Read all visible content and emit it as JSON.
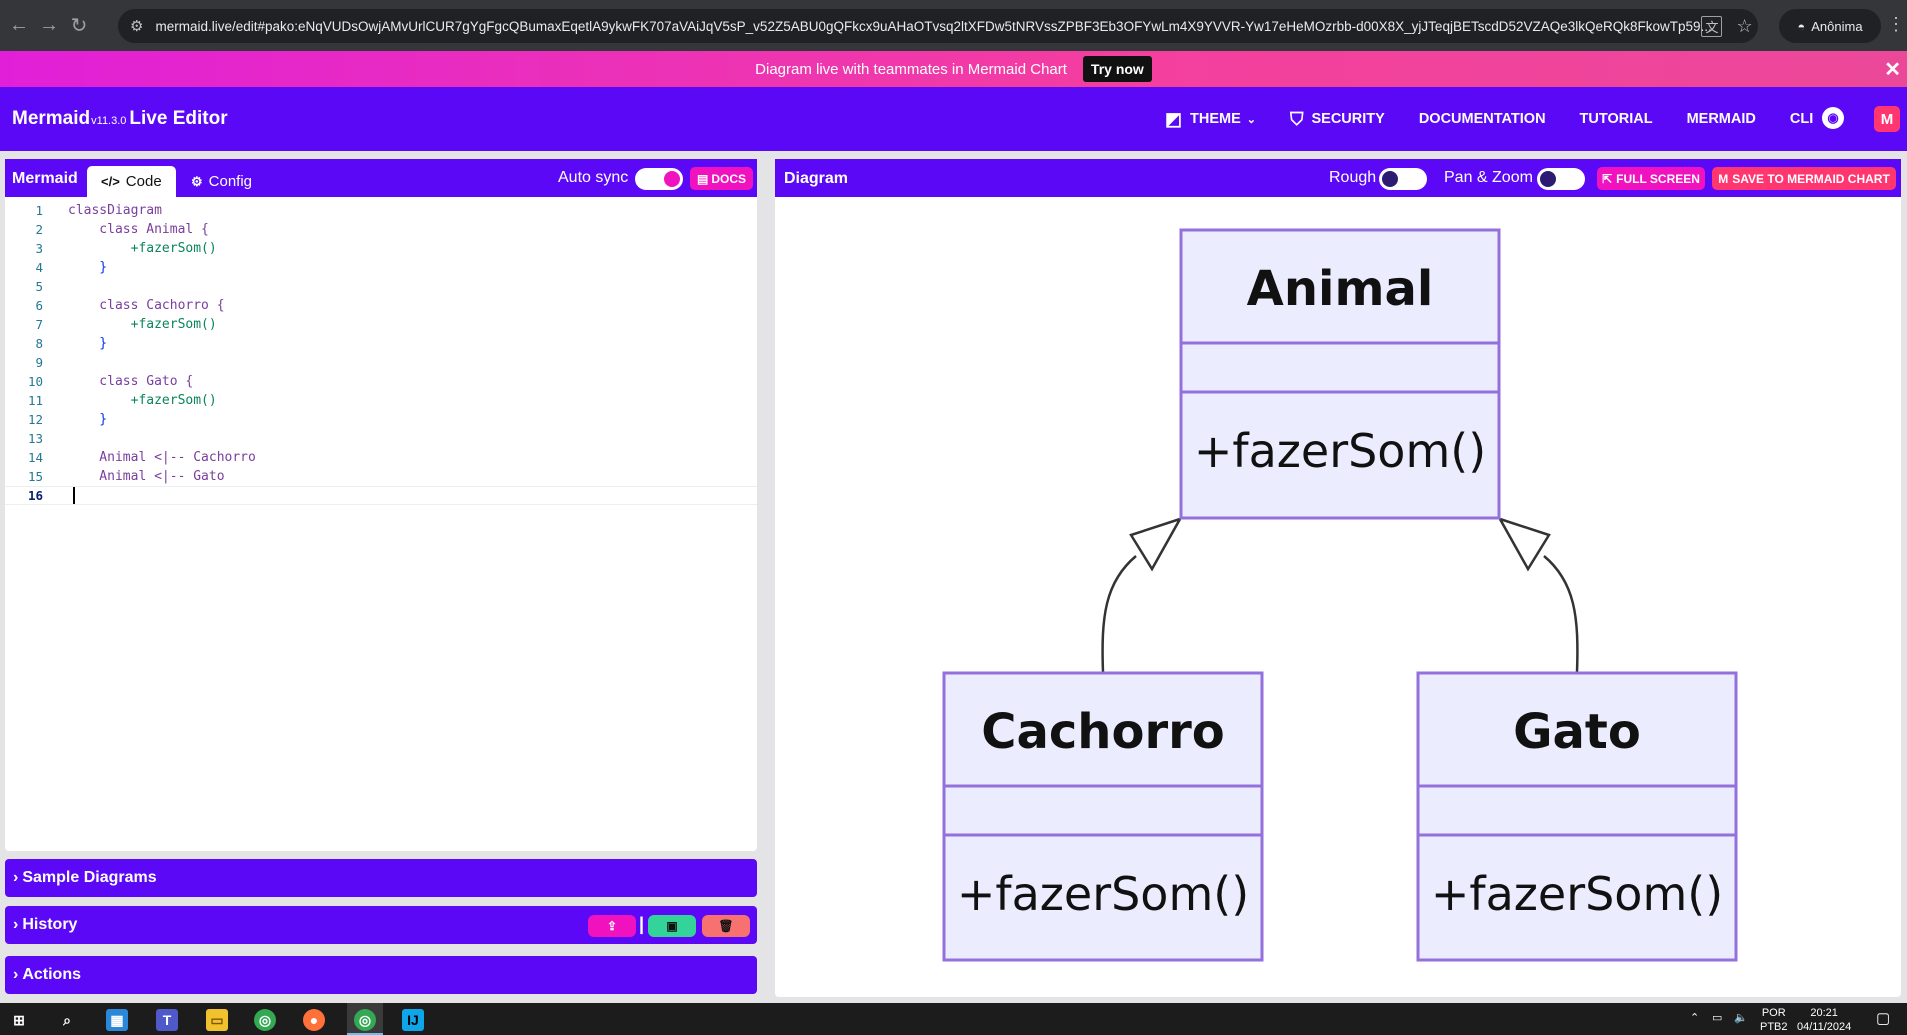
{
  "browser": {
    "url": "mermaid.live/edit#pako:eNqVUDsOwjAMvUrlCUR7gYgFgcQBumaxEqetlA9ykwFK707aVAiJqV5sP_v52Z5ABU0gQFkcx9uAHaOTvsq2ltXFDw5tNRVssZPBF3Eb3OFYwLm4X9YVVR-Yw17eHeMOzrbb-d00X8X_yjJTeqjBETscdD52VZAQe3lkQeRQk8FkowTp59...",
    "profile_label": "Anônima"
  },
  "promo": {
    "text": "Diagram live with teammates in Mermaid Chart",
    "cta": "Try now",
    "close": "✕"
  },
  "header": {
    "brand": "Mermaid",
    "version": "v11.3.0",
    "brand_suffix": "Live Editor",
    "nav": [
      {
        "label": "THEME",
        "icon": "theme-icon"
      },
      {
        "label": "SECURITY",
        "icon": "shield-icon"
      },
      {
        "label": "DOCUMENTATION"
      },
      {
        "label": "TUTORIAL"
      },
      {
        "label": "MERMAID"
      },
      {
        "label": "CLI"
      }
    ]
  },
  "editor": {
    "title": "Mermaid",
    "tabs": [
      {
        "label": "Code",
        "active": true
      },
      {
        "label": "Config",
        "active": false
      }
    ],
    "auto_sync_label": "Auto sync",
    "auto_sync_on": true,
    "docs_label": "DOCS",
    "lines": [
      {
        "n": "1",
        "text": "classDiagram"
      },
      {
        "n": "2",
        "text": "    class Animal {"
      },
      {
        "n": "3",
        "text": "        +fazerSom()"
      },
      {
        "n": "4",
        "text": "    }"
      },
      {
        "n": "5",
        "text": ""
      },
      {
        "n": "6",
        "text": "    class Cachorro {"
      },
      {
        "n": "7",
        "text": "        +fazerSom()"
      },
      {
        "n": "8",
        "text": "    }"
      },
      {
        "n": "9",
        "text": ""
      },
      {
        "n": "10",
        "text": "    class Gato {"
      },
      {
        "n": "11",
        "text": "        +fazerSom()"
      },
      {
        "n": "12",
        "text": "    }"
      },
      {
        "n": "13",
        "text": ""
      },
      {
        "n": "14",
        "text": "    Animal <|-- Cachorro"
      },
      {
        "n": "15",
        "text": "    Animal <|-- Gato"
      },
      {
        "n": "16",
        "text": ""
      }
    ],
    "current_line": "16"
  },
  "sections": {
    "sample": "Sample Diagrams",
    "history": "History",
    "actions": "Actions"
  },
  "diagram": {
    "title": "Diagram",
    "rough_label": "Rough",
    "pan_zoom_label": "Pan & Zoom",
    "full_screen_label": "FULL SCREEN",
    "save_label": "SAVE TO MERMAID CHART",
    "classes": [
      {
        "name": "Animal",
        "member": "+fazerSom()"
      },
      {
        "name": "Cachorro",
        "member": "+fazerSom()"
      },
      {
        "name": "Gato",
        "member": "+fazerSom()"
      }
    ],
    "relations": [
      {
        "from": "Cachorro",
        "to": "Animal",
        "type": "inheritance"
      },
      {
        "from": "Gato",
        "to": "Animal",
        "type": "inheritance"
      }
    ]
  },
  "taskbar": {
    "lang_top": "POR",
    "lang_bottom": "PTB2",
    "time": "20:21",
    "date": "04/11/2024"
  },
  "colors": {
    "brand_purple": "#5b08f7",
    "accent_pink": "#f012be",
    "save_red": "#ff3670",
    "node_fill": "#ececff",
    "node_stroke": "#9370db"
  }
}
